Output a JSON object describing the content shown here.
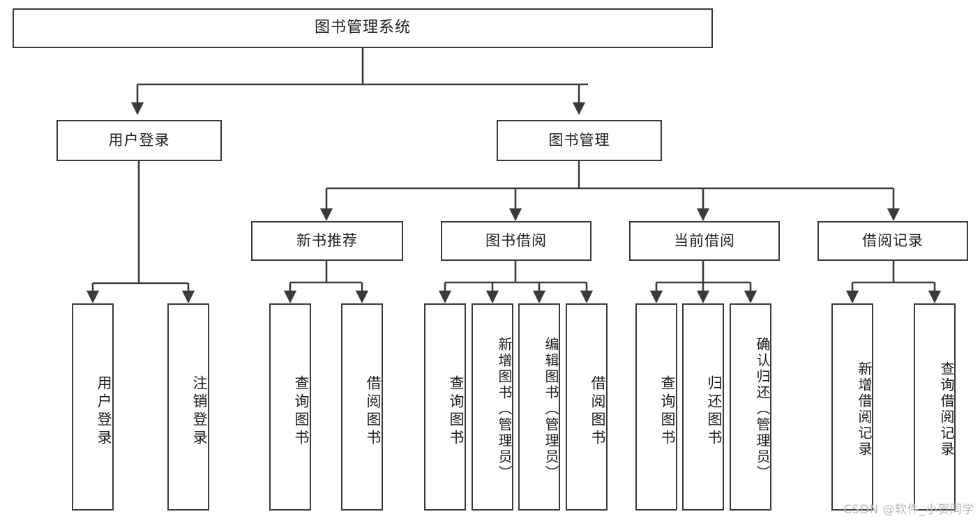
{
  "diagram": {
    "title": "图书管理系统",
    "type": "tree-hierarchy-chart",
    "colors": {
      "stroke": "#3a3a3a",
      "fill": "#ffffff",
      "text": "#1c1c1c",
      "background": "#ffffff",
      "watermark": "#b9b9b9"
    },
    "root": {
      "label": "图书管理系统"
    },
    "level2": [
      {
        "label": "用户登录"
      },
      {
        "label": "图书管理"
      }
    ],
    "level3": [
      {
        "label": "新书推荐"
      },
      {
        "label": "图书借阅"
      },
      {
        "label": "当前借阅"
      },
      {
        "label": "借阅记录"
      }
    ],
    "leaves": {
      "user_login": [
        {
          "label": "用户登录"
        },
        {
          "label": "注销登录"
        }
      ],
      "new_book": [
        {
          "label": "查询图书"
        },
        {
          "label": "借阅图书"
        }
      ],
      "book_borrow": [
        {
          "label": "查询图书"
        },
        {
          "label": "新增图书（管理员）"
        },
        {
          "label": "编辑图书（管理员）"
        },
        {
          "label": "借阅图书"
        }
      ],
      "current_borrow": [
        {
          "label": "查询图书"
        },
        {
          "label": "归还图书"
        },
        {
          "label": "确认归还（管理员）"
        }
      ],
      "borrow_record": [
        {
          "label": "新增借阅记录"
        },
        {
          "label": "查询借阅记录"
        }
      ]
    },
    "watermark": "CSDN @软件_小贺同学"
  }
}
